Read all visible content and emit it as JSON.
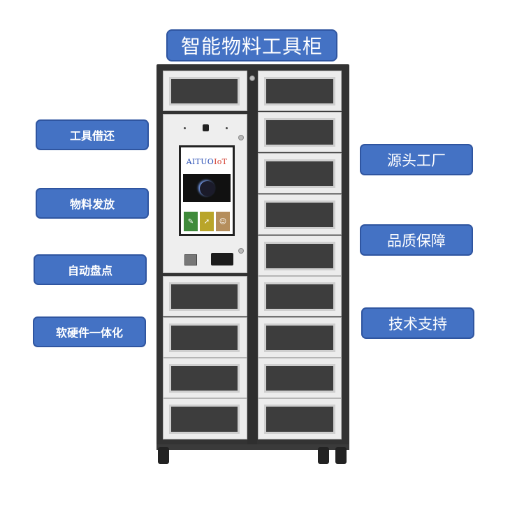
{
  "title": "智能物料工具柜",
  "left_features": [
    "工具借还",
    "物料发放",
    "自动盘点",
    "软硬件一体化"
  ],
  "right_features": [
    "源头工厂",
    "品质保障",
    "技术支持"
  ],
  "screen": {
    "brand_main": "AITUO",
    "brand_iot": "IoT"
  },
  "colors": {
    "badge": "#4472c4",
    "badge_border": "#2f55a0",
    "cabinet_frame": "#333333",
    "door": "#ececec",
    "window": "#3d3d3d"
  }
}
